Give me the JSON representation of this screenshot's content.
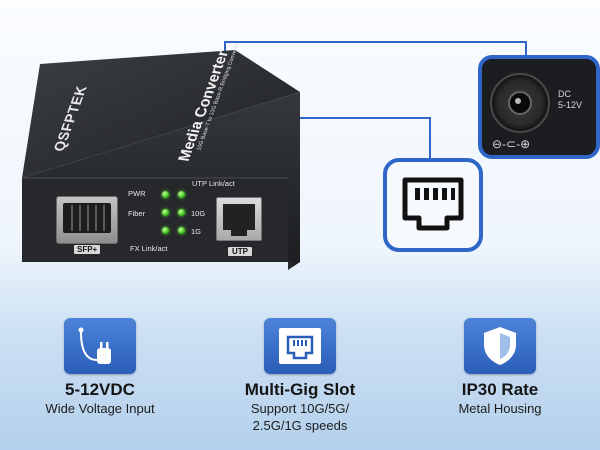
{
  "product": {
    "brand": "QSFPTEK",
    "title": "Media Converter",
    "subtitle": "10G Base-T to 10G Base-R Bridging Converter"
  },
  "front_panel": {
    "pwr_label": "PWR",
    "fiber_label": "Fiber",
    "utp_link_label": "UTP Link/act",
    "speed_10g_label": "10G",
    "speed_1g_label": "1G",
    "fx_link_label": "FX Link/act",
    "sfp_port_label": "SFP+",
    "utp_port_label": "UTP"
  },
  "dc_callout": {
    "dc_label": "DC",
    "voltage_label": "5-12V",
    "polarity": "⊖-⊂-⊕"
  },
  "features": [
    {
      "icon": "power-adapter-icon",
      "heading": "5-12VDC",
      "desc_line1": "Wide Voltage Input",
      "desc_line2": ""
    },
    {
      "icon": "ethernet-port-icon",
      "heading": "Multi-Gig Slot",
      "desc_line1": "Support 10G/5G/",
      "desc_line2": "2.5G/1G speeds"
    },
    {
      "icon": "shield-icon",
      "heading": "IP30 Rate",
      "desc_line1": "Metal Housing",
      "desc_line2": ""
    }
  ],
  "colors": {
    "accent_blue": "#2f66c8",
    "led_green": "#3fc31b",
    "device_body": "#2a2c30"
  }
}
